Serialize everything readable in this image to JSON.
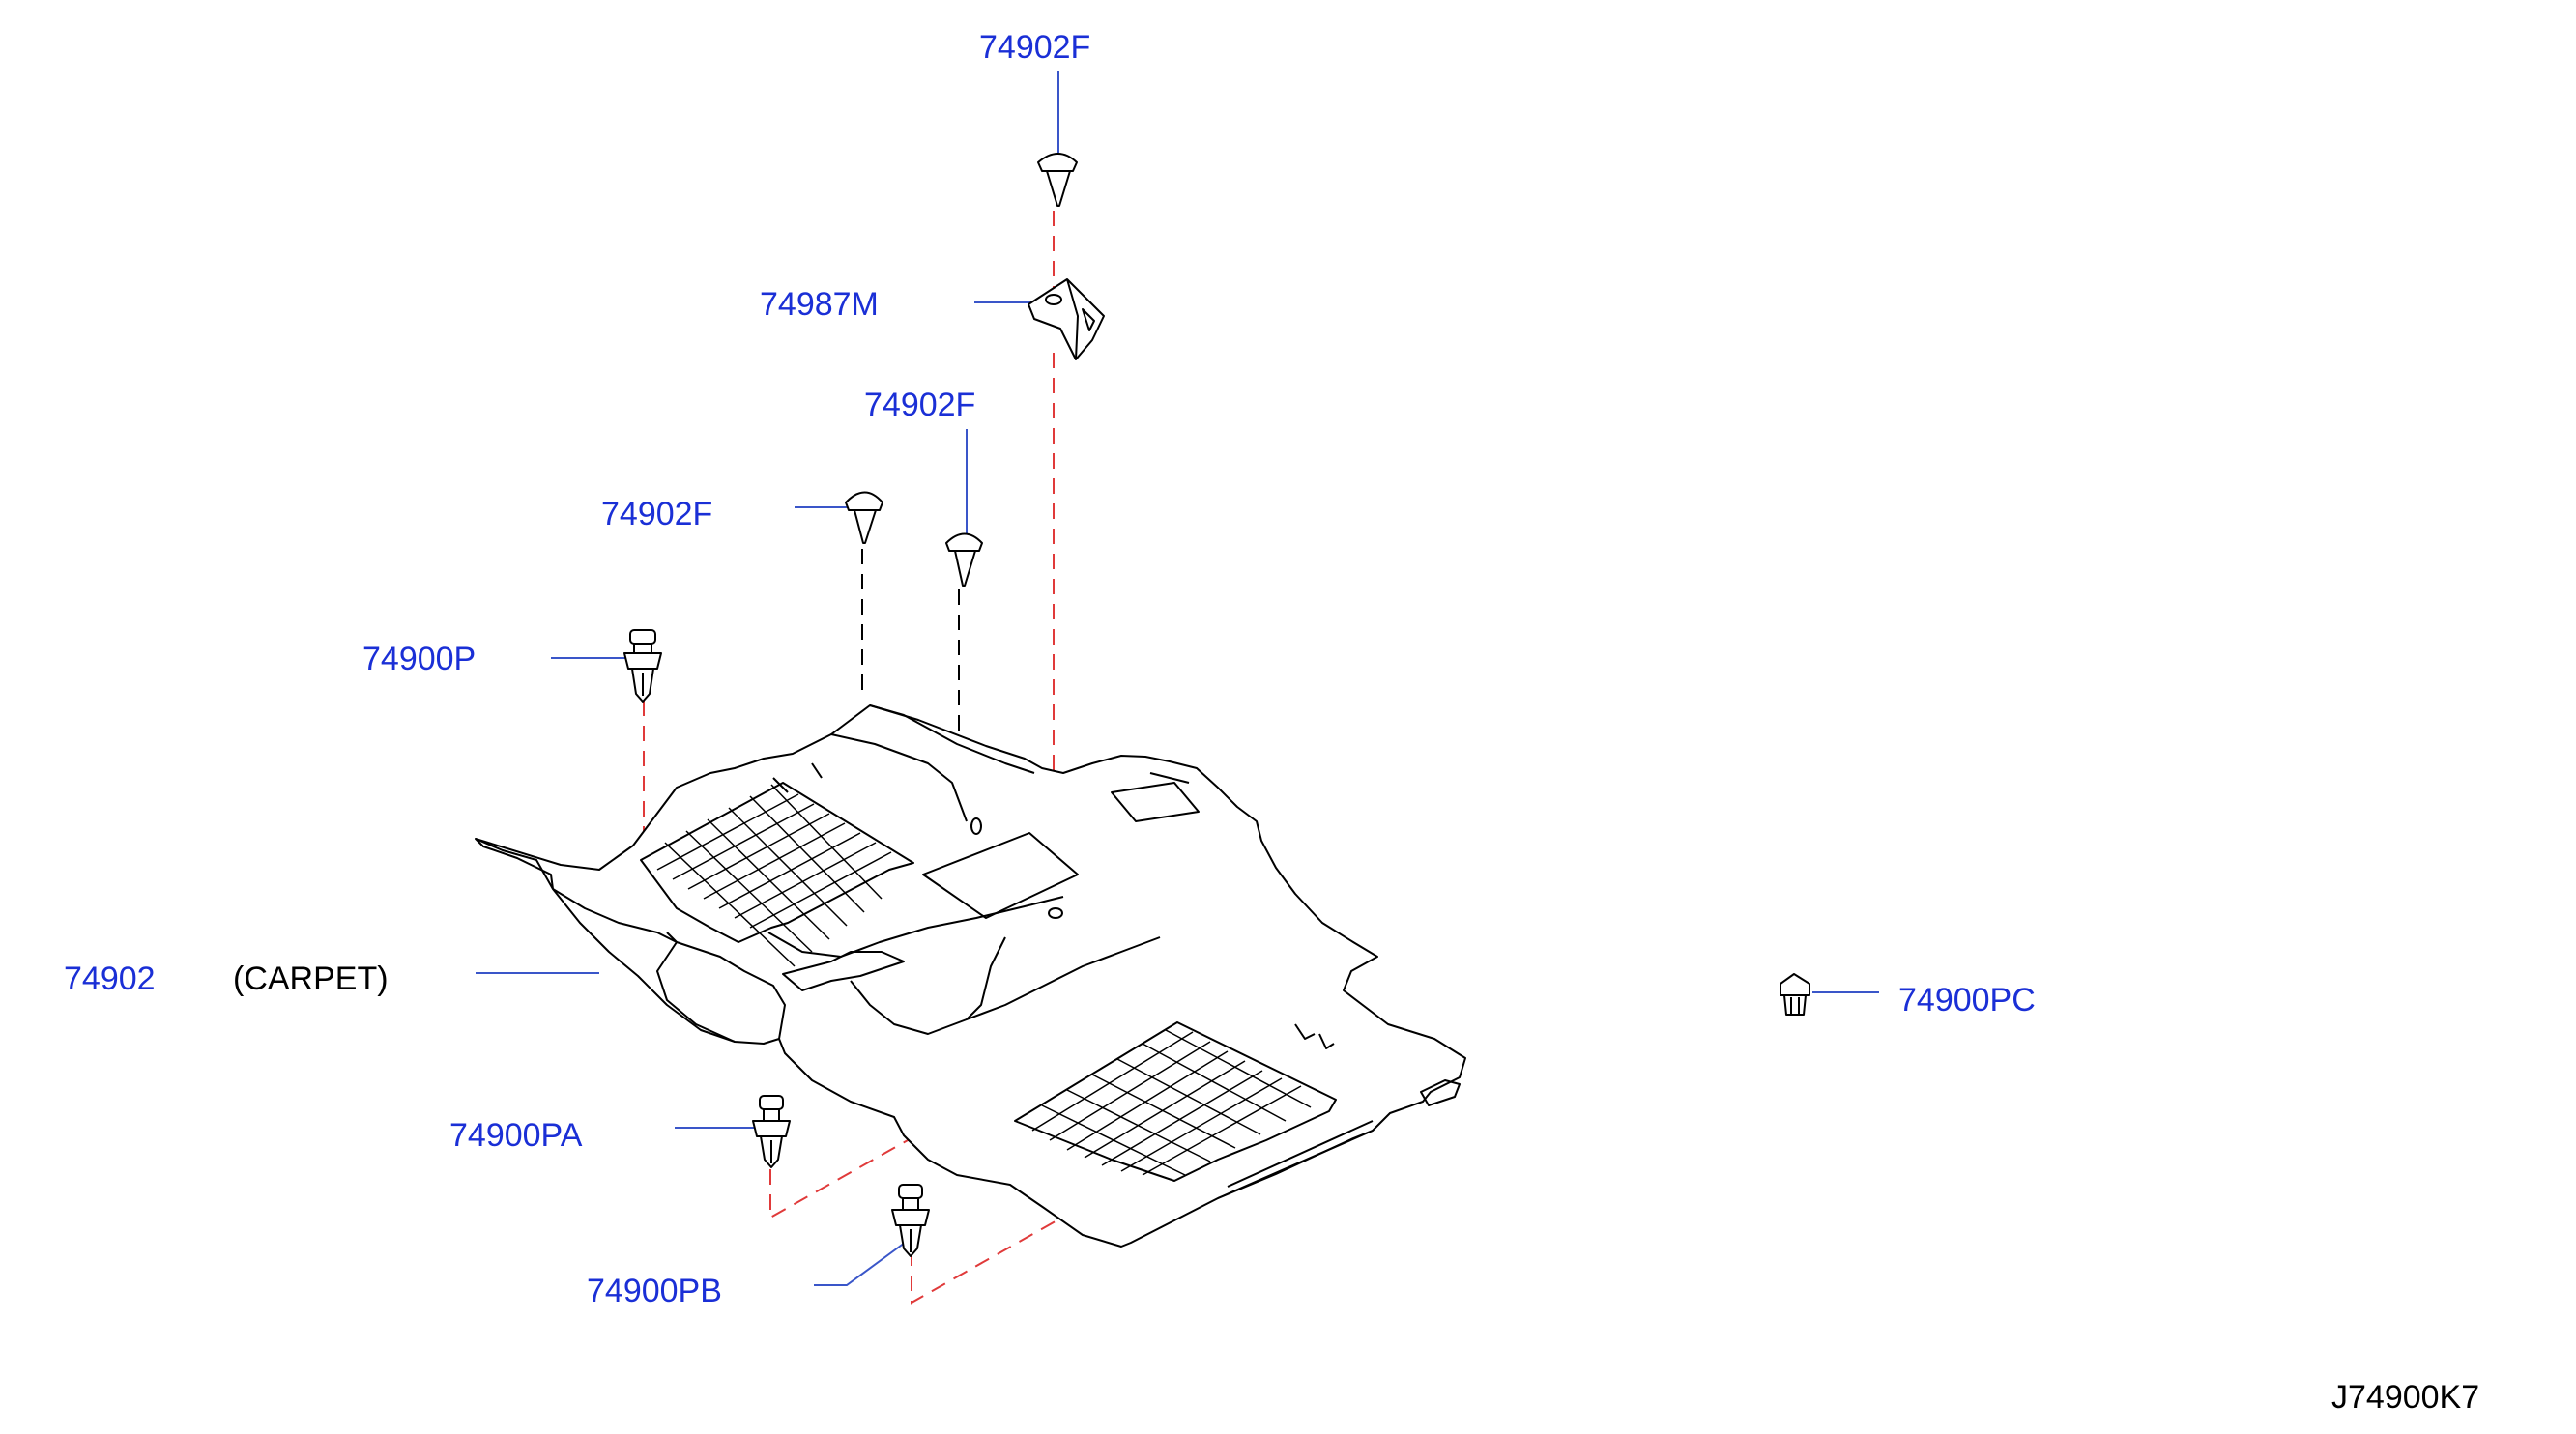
{
  "callouts": {
    "top_clip": "74902F",
    "bracket": "74987M",
    "clip_right": "74902F",
    "clip_left": "74902F",
    "clip_p": "74900P",
    "carpet_no": "74902",
    "carpet_desc": "(CARPET)",
    "clip_pa": "74900PA",
    "clip_pb": "74900PB",
    "clip_pc": "74900PC"
  },
  "reference": "J74900K7",
  "colors": {
    "callout_text": "#1a2fd6",
    "leader_line": "#3a56c9",
    "dashed_guide": "#e03a3a"
  },
  "icons": [
    "push-clip-icon",
    "retainer-clip-icon",
    "bracket-icon",
    "carpet-icon"
  ]
}
